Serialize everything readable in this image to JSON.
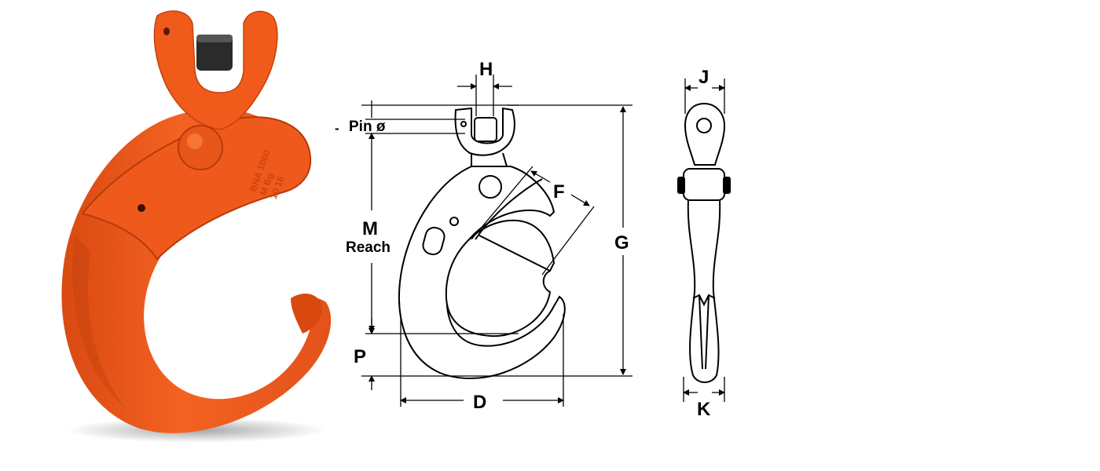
{
  "figure": {
    "photo": {
      "colors": {
        "body": "#f05a1a",
        "shade": "#c9400f",
        "highlight": "#ff8a4a",
        "pin": "#2a2a2a"
      },
      "stamp": [
        "BNA 1000",
        "M Bg",
        "10 16"
      ]
    },
    "labels": {
      "h": "H",
      "pin": "Pin ø",
      "pin_dash": "-",
      "m": "M",
      "reach": "Reach",
      "p": "P",
      "d": "D",
      "f": "F",
      "g": "G",
      "j": "J",
      "k": "K"
    },
    "drawing_color": "#000000"
  }
}
